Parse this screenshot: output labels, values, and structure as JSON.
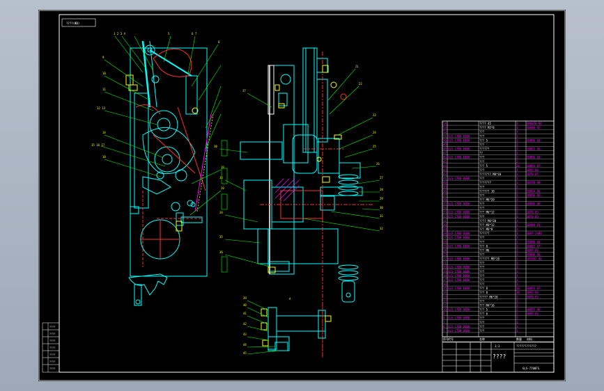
{
  "drawing": {
    "title_tag": "????(ЖВ)",
    "title_block_name": "????",
    "title_block_code": "GLS-7700FS",
    "title_block_company": "????????????",
    "title_block_sheet": "1:1"
  },
  "colors": {
    "background": "#000000",
    "frame": "#ffffff",
    "cyan": "#00ffff",
    "green": "#00ff00",
    "red": "#ff3030",
    "yellow": "#ffff00",
    "magenta": "#ff00ff",
    "white": "#ffffff"
  },
  "bom": {
    "columns": [
      "序号",
      "代号",
      "名称",
      "数量",
      "材料"
    ],
    "rows": [
      [
        "54",
        "",
        "????  45",
        "3",
        "GB6170-86"
      ],
      [
        "53",
        "",
        "????  M5*8",
        "1",
        "GB818-85"
      ],
      [
        "52",
        "",
        "???",
        "1",
        ""
      ],
      [
        "51",
        "GLS-1700-0000",
        "???",
        "1",
        ""
      ],
      [
        "50",
        "GLS-1700-0000",
        "???  5",
        "1",
        "GB896-86"
      ],
      [
        "49",
        "",
        "???",
        "1",
        ""
      ],
      [
        "48",
        "GLS-1700-0000",
        "??????",
        "1",
        "GB893-86"
      ],
      [
        "47",
        "",
        "??",
        "1",
        ""
      ],
      [
        "46",
        "GLS-1700-0000",
        "???",
        "1",
        "GB896-86"
      ],
      [
        "45",
        "",
        "???",
        "1",
        ""
      ],
      [
        "44",
        "",
        "???  5",
        "20",
        "GB893-87"
      ],
      [
        "43",
        "",
        "???",
        "1",
        "GB97-86"
      ],
      [
        "42",
        "",
        "???????  M8*10",
        "1",
        "GB78-85"
      ],
      [
        "41",
        "GLS-1700-0000",
        "???",
        "1",
        ""
      ],
      [
        "40",
        "",
        "???????",
        "1",
        "GB278-88"
      ],
      [
        "39",
        "",
        "???",
        "1",
        ""
      ],
      [
        "38",
        "",
        "??????  10",
        "1",
        "GB894-86"
      ],
      [
        "37",
        "",
        "???",
        "1",
        "GB896-86"
      ],
      [
        "36",
        "",
        "???  M6*20",
        "1",
        ""
      ],
      [
        "35",
        "GLS-1700-0000",
        "???",
        "1",
        "GB896-86"
      ],
      [
        "34",
        "",
        "???",
        "1",
        ""
      ],
      [
        "33",
        "GLS-1700-0000",
        "???  M6*12",
        "1",
        "GB70-85"
      ],
      [
        "32",
        "GLS-1700-0000",
        "???",
        "1",
        "GB70-85"
      ],
      [
        "31",
        "",
        "????  M6*20",
        "1",
        ""
      ],
      [
        "30",
        "",
        "???  M4*12",
        "1",
        "GB819-85"
      ],
      [
        "29",
        "",
        "???  M6*8",
        "1",
        ""
      ],
      [
        "28",
        "GLS-1700-0000",
        "??????",
        "1",
        "GB67-2000"
      ],
      [
        "27",
        "GLS-1700-0000",
        "???",
        "1",
        ""
      ],
      [
        "26",
        "",
        "???",
        "1",
        "GB896-86"
      ],
      [
        "25",
        "GLS-1700-0000",
        "???  8",
        "1",
        "GB893-87"
      ],
      [
        "24",
        "",
        "???  M6",
        "1",
        "GB97-86"
      ],
      [
        "23",
        "",
        "???",
        "1",
        "GB896-86"
      ],
      [
        "22",
        "GLS-1700-0000",
        "??????  M8*20",
        "1",
        "GB5782-86"
      ],
      [
        "21",
        "",
        "???",
        "1",
        ""
      ],
      [
        "20",
        "GLS-1700-0000",
        "???",
        "1",
        ""
      ],
      [
        "19",
        "GLS-1700-0000",
        "???",
        "1",
        ""
      ],
      [
        "18",
        "GLS-1700-0000",
        "???",
        "1",
        ""
      ],
      [
        "17",
        "GLS-1700-0000",
        "???",
        "1",
        ""
      ],
      [
        "16",
        "",
        "???",
        "1",
        ""
      ],
      [
        "15",
        "GLS-1700-0000",
        "???  8",
        "10",
        "GB893-87"
      ],
      [
        "14",
        "",
        "???  8",
        "10",
        "GB97-86"
      ],
      [
        "13",
        "",
        "?????  M6*20",
        "1",
        "GB70-85"
      ],
      [
        "12",
        "",
        "???",
        "1",
        ""
      ],
      [
        "11",
        "",
        "???  M4*16",
        "1",
        ""
      ],
      [
        "10",
        "GLS-1700-0000",
        "???  5",
        "1",
        "GB893-86"
      ],
      [
        "9",
        "",
        "???  6",
        "1",
        "GB97-86"
      ],
      [
        "8",
        "GLS-1700-0000",
        "???",
        "1",
        ""
      ],
      [
        "7",
        "",
        "???",
        "1",
        ""
      ],
      [
        "6",
        "GLS-1700-0000",
        "???",
        "1",
        ""
      ],
      [
        "5",
        "GLS-1700-0000",
        "???",
        "1",
        ""
      ]
    ]
  },
  "revision_block": {
    "rows": [
      "????",
      "????",
      "????",
      "????",
      "????",
      "????",
      "????"
    ]
  }
}
